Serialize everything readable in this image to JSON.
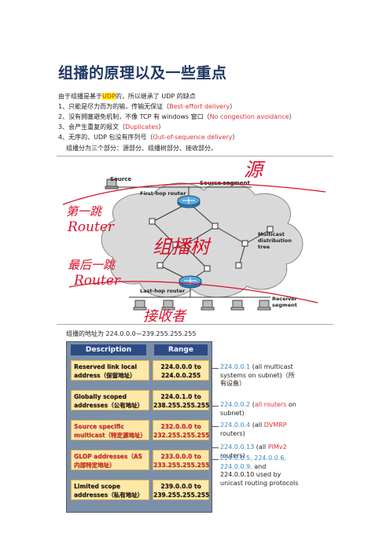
{
  "title": "组播的原理以及一些重点",
  "intro": {
    "before": "由于组播是基于",
    "highlight": "UDP",
    "after": "的，所以继承了 UDP 的缺点"
  },
  "points": [
    {
      "text": "1、只能是尽力而为的输，传输无保证（",
      "term": "Best-effort delivery",
      "close": "）"
    },
    {
      "text": "2、没有拥塞避免机制，不像 TCP 有 windows 窗口（",
      "term": "No congestion avoidance",
      "close": "）"
    },
    {
      "text": "3、会产生重复的报文（",
      "term": "Duplicates",
      "close": "）"
    },
    {
      "text": "4、无序的、UDP 包没有序列号（",
      "term": "Out-of-sequence delivery",
      "close": "）"
    }
  ],
  "parts_line": "组播分为三个部分：源部分、组播树部分、接收部分。",
  "diagram": {
    "source_label": "Source",
    "source_segment": "Source segment",
    "first_hop": "First-hop router",
    "multicast_tree": "Multicast distribution tree",
    "last_hop": "Last-hop router",
    "receiver_segment": "Receiver segment",
    "handwriting": {
      "source": "源",
      "first_hop_cn": "第一跳",
      "first_hop_en": "Router",
      "tree": "组播树",
      "last_hop_cn": "最后一跳",
      "last_hop_en": "Router",
      "receiver": "接收者"
    }
  },
  "address_range_line": "组播的地址为 224.0.0.0—239.255.255.255",
  "table": {
    "headers": {
      "description": "Description",
      "range": "Range"
    },
    "rows": [
      {
        "desc": "Reserved link local address（保留地址）",
        "range": "224.0.0.0 to 224.0.0.255",
        "color": "black"
      },
      {
        "desc": "Globally scoped addresses（公有地址）",
        "range": "224.0.1.0 to 238.255.255.255",
        "color": "black"
      },
      {
        "desc": "Source specific multicast（特定源地址）",
        "range": "232.0.0.0 to 232.255.255.255",
        "color": "red"
      },
      {
        "desc": "GLOP addresses（AS内部特定地址）",
        "range": "233.0.0.0 to 233.255.255.255",
        "color": "red"
      },
      {
        "desc": "Limited scope addresses（私有地址）",
        "range": "239.0.0.0 to 239.255.255.255",
        "color": "black"
      }
    ],
    "notes": [
      {
        "ip": "224.0.0.1",
        "text": " (all multicast systems on subnet)（所有设备）"
      },
      {
        "ip": "224.0.0.2",
        "red": "all routers",
        "text": " on subnet)"
      },
      {
        "ip": "224.0.0.4",
        "red": "DVMRP",
        "text": " routers)"
      },
      {
        "ip": "224.0.0.13",
        "red": "PIMv2",
        "text": " routers)"
      },
      {
        "ip": "224.0.0.5, 224.0.0.6, 224.0.0.9,",
        "text": " and 224.0.0.10 used by unicast routing protocols"
      }
    ]
  }
}
